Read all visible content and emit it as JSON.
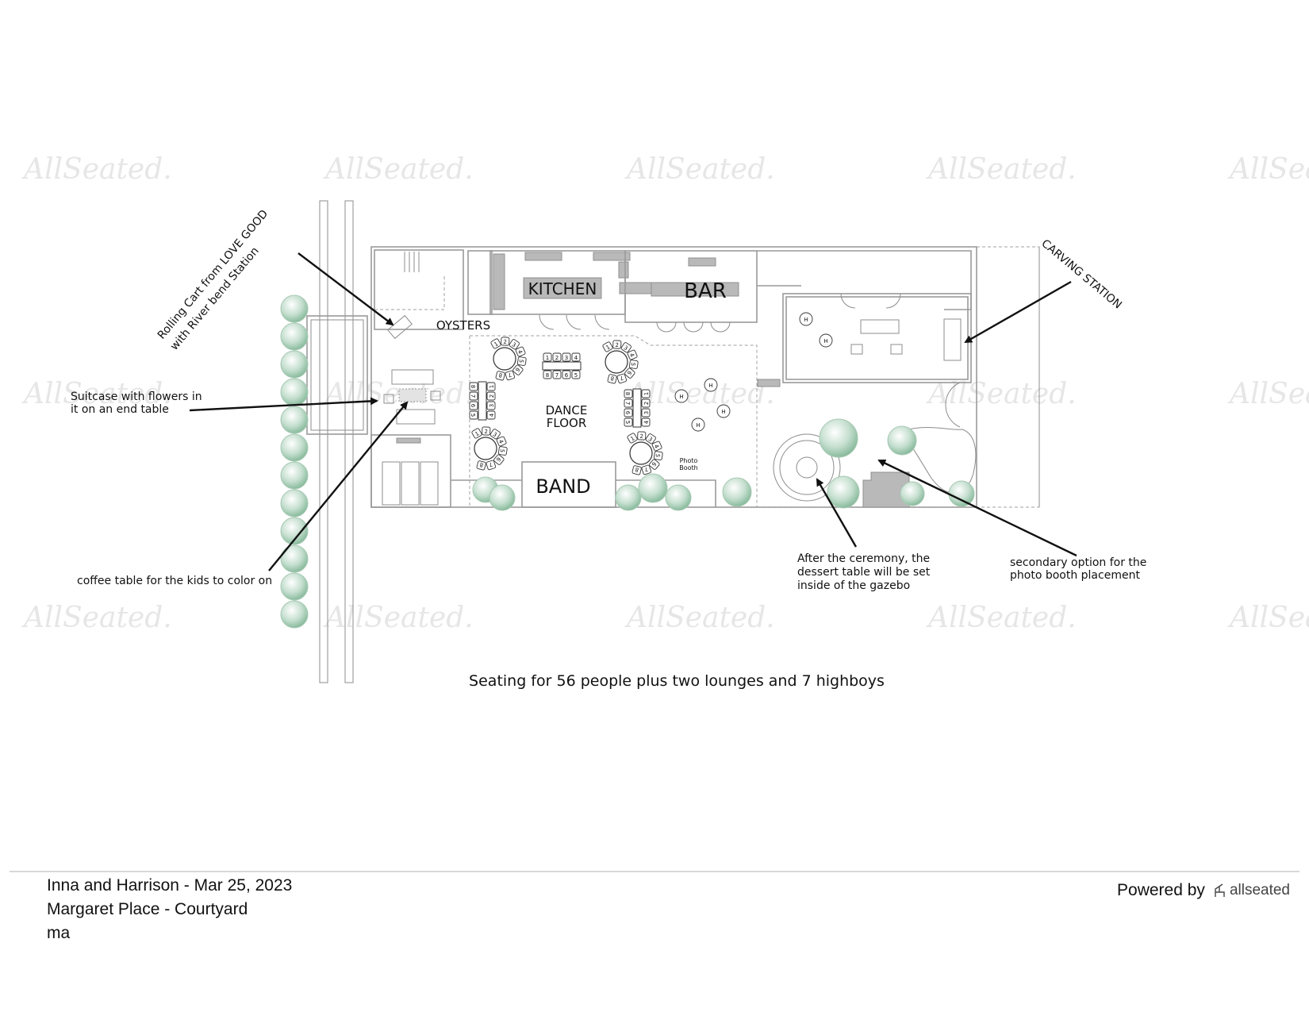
{
  "watermark": "AllSeated.",
  "rooms": {
    "kitchen": "KITCHEN",
    "bar": "BAR",
    "oysters": "OYSTERS",
    "dance_floor_1": "DANCE",
    "dance_floor_2": "FLOOR",
    "band": "BAND",
    "photo_booth_1": "Photo",
    "photo_booth_2": "Booth",
    "highboy": "H"
  },
  "annotations": {
    "rolling_cart_1": "Rolling Cart from LOVE GOOD",
    "rolling_cart_2": "with River bend Station",
    "suitcase_1": "Suitcase with flowers in",
    "suitcase_2": "it on an end table",
    "coffee_table": "coffee table for the kids to color on",
    "carving_station": "CARVING STATION",
    "dessert_1": "After the ceremony, the",
    "dessert_2": "dessert table will be set",
    "dessert_3": "inside of the gazebo",
    "photo_booth_alt_1": "secondary option for the",
    "photo_booth_alt_2": "photo booth placement"
  },
  "caption": "Seating for 56 people plus two lounges and 7 highboys",
  "footer": {
    "event": "Inna and Harrison - Mar 25, 2023",
    "venue": "Margaret Place - Courtyard",
    "initials": "ma",
    "powered_by": "Powered by",
    "brand": "allseated"
  },
  "colors": {
    "tree": "#8fbfa3",
    "wall": "#9a9a9a",
    "accent_gray": "#b9b9b9"
  }
}
